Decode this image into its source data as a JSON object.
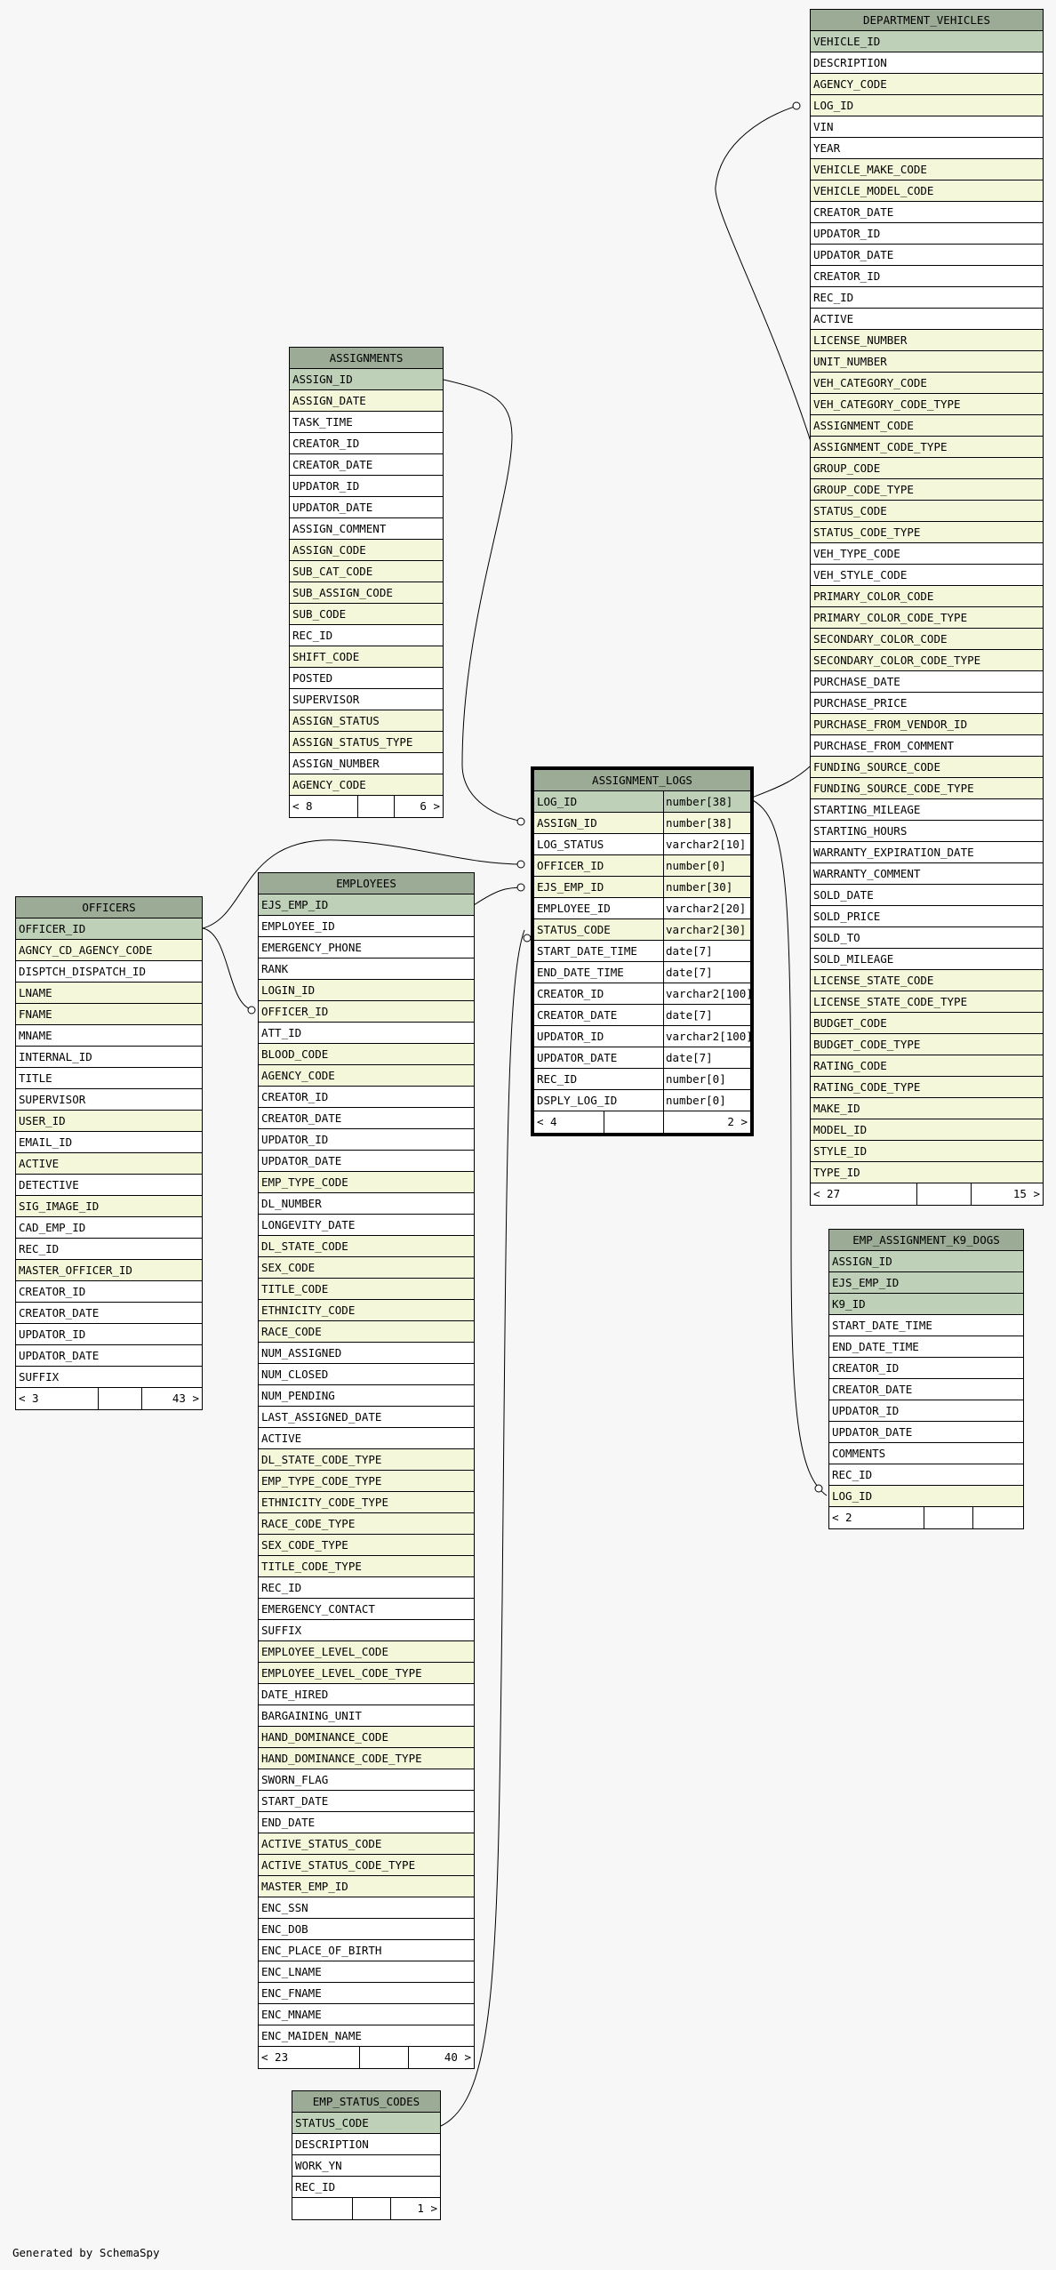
{
  "footer_text": "Generated by SchemaSpy",
  "colors": {
    "background": "#f7f7f7",
    "header": "#9bab96",
    "primary_key": "#bed1b8",
    "foreign_key": "#f4f7da",
    "plain": "#ffffff"
  },
  "tables": {
    "department_vehicles": {
      "name": "DEPARTMENT_VEHICLES",
      "columns": [
        {
          "name": "VEHICLE_ID",
          "kind": "pk"
        },
        {
          "name": "DESCRIPTION",
          "kind": "plain"
        },
        {
          "name": "AGENCY_CODE",
          "kind": "fk"
        },
        {
          "name": "LOG_ID",
          "kind": "fk"
        },
        {
          "name": "VIN",
          "kind": "plain"
        },
        {
          "name": "YEAR",
          "kind": "plain"
        },
        {
          "name": "VEHICLE_MAKE_CODE",
          "kind": "fk"
        },
        {
          "name": "VEHICLE_MODEL_CODE",
          "kind": "fk"
        },
        {
          "name": "CREATOR_DATE",
          "kind": "plain"
        },
        {
          "name": "UPDATOR_ID",
          "kind": "plain"
        },
        {
          "name": "UPDATOR_DATE",
          "kind": "plain"
        },
        {
          "name": "CREATOR_ID",
          "kind": "plain"
        },
        {
          "name": "REC_ID",
          "kind": "plain"
        },
        {
          "name": "ACTIVE",
          "kind": "plain"
        },
        {
          "name": "LICENSE_NUMBER",
          "kind": "fk"
        },
        {
          "name": "UNIT_NUMBER",
          "kind": "fk"
        },
        {
          "name": "VEH_CATEGORY_CODE",
          "kind": "fk"
        },
        {
          "name": "VEH_CATEGORY_CODE_TYPE",
          "kind": "fk"
        },
        {
          "name": "ASSIGNMENT_CODE",
          "kind": "fk"
        },
        {
          "name": "ASSIGNMENT_CODE_TYPE",
          "kind": "fk"
        },
        {
          "name": "GROUP_CODE",
          "kind": "fk"
        },
        {
          "name": "GROUP_CODE_TYPE",
          "kind": "fk"
        },
        {
          "name": "STATUS_CODE",
          "kind": "fk"
        },
        {
          "name": "STATUS_CODE_TYPE",
          "kind": "fk"
        },
        {
          "name": "VEH_TYPE_CODE",
          "kind": "plain"
        },
        {
          "name": "VEH_STYLE_CODE",
          "kind": "plain"
        },
        {
          "name": "PRIMARY_COLOR_CODE",
          "kind": "fk"
        },
        {
          "name": "PRIMARY_COLOR_CODE_TYPE",
          "kind": "fk"
        },
        {
          "name": "SECONDARY_COLOR_CODE",
          "kind": "fk"
        },
        {
          "name": "SECONDARY_COLOR_CODE_TYPE",
          "kind": "fk"
        },
        {
          "name": "PURCHASE_DATE",
          "kind": "plain"
        },
        {
          "name": "PURCHASE_PRICE",
          "kind": "plain"
        },
        {
          "name": "PURCHASE_FROM_VENDOR_ID",
          "kind": "fk"
        },
        {
          "name": "PURCHASE_FROM_COMMENT",
          "kind": "plain"
        },
        {
          "name": "FUNDING_SOURCE_CODE",
          "kind": "fk"
        },
        {
          "name": "FUNDING_SOURCE_CODE_TYPE",
          "kind": "fk"
        },
        {
          "name": "STARTING_MILEAGE",
          "kind": "plain"
        },
        {
          "name": "STARTING_HOURS",
          "kind": "plain"
        },
        {
          "name": "WARRANTY_EXPIRATION_DATE",
          "kind": "plain"
        },
        {
          "name": "WARRANTY_COMMENT",
          "kind": "plain"
        },
        {
          "name": "SOLD_DATE",
          "kind": "plain"
        },
        {
          "name": "SOLD_PRICE",
          "kind": "plain"
        },
        {
          "name": "SOLD_TO",
          "kind": "plain"
        },
        {
          "name": "SOLD_MILEAGE",
          "kind": "plain"
        },
        {
          "name": "LICENSE_STATE_CODE",
          "kind": "fk"
        },
        {
          "name": "LICENSE_STATE_CODE_TYPE",
          "kind": "fk"
        },
        {
          "name": "BUDGET_CODE",
          "kind": "fk"
        },
        {
          "name": "BUDGET_CODE_TYPE",
          "kind": "fk"
        },
        {
          "name": "RATING_CODE",
          "kind": "fk"
        },
        {
          "name": "RATING_CODE_TYPE",
          "kind": "fk"
        },
        {
          "name": "MAKE_ID",
          "kind": "fk"
        },
        {
          "name": "MODEL_ID",
          "kind": "fk"
        },
        {
          "name": "STYLE_ID",
          "kind": "fk"
        },
        {
          "name": "TYPE_ID",
          "kind": "fk"
        }
      ],
      "footer": [
        "< 27",
        "",
        "15 >"
      ]
    },
    "assignments": {
      "name": "ASSIGNMENTS",
      "columns": [
        {
          "name": "ASSIGN_ID",
          "kind": "pk"
        },
        {
          "name": "ASSIGN_DATE",
          "kind": "fk"
        },
        {
          "name": "TASK_TIME",
          "kind": "plain"
        },
        {
          "name": "CREATOR_ID",
          "kind": "plain"
        },
        {
          "name": "CREATOR_DATE",
          "kind": "plain"
        },
        {
          "name": "UPDATOR_ID",
          "kind": "plain"
        },
        {
          "name": "UPDATOR_DATE",
          "kind": "plain"
        },
        {
          "name": "ASSIGN_COMMENT",
          "kind": "plain"
        },
        {
          "name": "ASSIGN_CODE",
          "kind": "fk"
        },
        {
          "name": "SUB_CAT_CODE",
          "kind": "fk"
        },
        {
          "name": "SUB_ASSIGN_CODE",
          "kind": "fk"
        },
        {
          "name": "SUB_CODE",
          "kind": "fk"
        },
        {
          "name": "REC_ID",
          "kind": "plain"
        },
        {
          "name": "SHIFT_CODE",
          "kind": "fk"
        },
        {
          "name": "POSTED",
          "kind": "plain"
        },
        {
          "name": "SUPERVISOR",
          "kind": "plain"
        },
        {
          "name": "ASSIGN_STATUS",
          "kind": "fk"
        },
        {
          "name": "ASSIGN_STATUS_TYPE",
          "kind": "fk"
        },
        {
          "name": "ASSIGN_NUMBER",
          "kind": "plain"
        },
        {
          "name": "AGENCY_CODE",
          "kind": "fk"
        }
      ],
      "footer": [
        "< 8",
        "",
        "6 >"
      ]
    },
    "assignment_logs": {
      "name": "ASSIGNMENT_LOGS",
      "columns": [
        {
          "name": "LOG_ID",
          "type": "number[38]",
          "kind": "pk"
        },
        {
          "name": "ASSIGN_ID",
          "type": "number[38]",
          "kind": "fk"
        },
        {
          "name": "LOG_STATUS",
          "type": "varchar2[10]",
          "kind": "plain"
        },
        {
          "name": "OFFICER_ID",
          "type": "number[0]",
          "kind": "fk"
        },
        {
          "name": "EJS_EMP_ID",
          "type": "number[30]",
          "kind": "fk"
        },
        {
          "name": "EMPLOYEE_ID",
          "type": "varchar2[20]",
          "kind": "plain"
        },
        {
          "name": "STATUS_CODE",
          "type": "varchar2[30]",
          "kind": "fk"
        },
        {
          "name": "START_DATE_TIME",
          "type": "date[7]",
          "kind": "plain"
        },
        {
          "name": "END_DATE_TIME",
          "type": "date[7]",
          "kind": "plain"
        },
        {
          "name": "CREATOR_ID",
          "type": "varchar2[100]",
          "kind": "plain"
        },
        {
          "name": "CREATOR_DATE",
          "type": "date[7]",
          "kind": "plain"
        },
        {
          "name": "UPDATOR_ID",
          "type": "varchar2[100]",
          "kind": "plain"
        },
        {
          "name": "UPDATOR_DATE",
          "type": "date[7]",
          "kind": "plain"
        },
        {
          "name": "REC_ID",
          "type": "number[0]",
          "kind": "plain"
        },
        {
          "name": "DSPLY_LOG_ID",
          "type": "number[0]",
          "kind": "plain"
        }
      ],
      "footer": [
        "< 4",
        "",
        "2 >"
      ]
    },
    "officers": {
      "name": "OFFICERS",
      "columns": [
        {
          "name": "OFFICER_ID",
          "kind": "pk"
        },
        {
          "name": "AGNCY_CD_AGENCY_CODE",
          "kind": "fk"
        },
        {
          "name": "DISPTCH_DISPATCH_ID",
          "kind": "plain"
        },
        {
          "name": "LNAME",
          "kind": "fk"
        },
        {
          "name": "FNAME",
          "kind": "fk"
        },
        {
          "name": "MNAME",
          "kind": "plain"
        },
        {
          "name": "INTERNAL_ID",
          "kind": "plain"
        },
        {
          "name": "TITLE",
          "kind": "plain"
        },
        {
          "name": "SUPERVISOR",
          "kind": "plain"
        },
        {
          "name": "USER_ID",
          "kind": "fk"
        },
        {
          "name": "EMAIL_ID",
          "kind": "plain"
        },
        {
          "name": "ACTIVE",
          "kind": "fk"
        },
        {
          "name": "DETECTIVE",
          "kind": "plain"
        },
        {
          "name": "SIG_IMAGE_ID",
          "kind": "fk"
        },
        {
          "name": "CAD_EMP_ID",
          "kind": "plain"
        },
        {
          "name": "REC_ID",
          "kind": "plain"
        },
        {
          "name": "MASTER_OFFICER_ID",
          "kind": "fk"
        },
        {
          "name": "CREATOR_ID",
          "kind": "plain"
        },
        {
          "name": "CREATOR_DATE",
          "kind": "plain"
        },
        {
          "name": "UPDATOR_ID",
          "kind": "plain"
        },
        {
          "name": "UPDATOR_DATE",
          "kind": "plain"
        },
        {
          "name": "SUFFIX",
          "kind": "plain"
        }
      ],
      "footer": [
        "< 3",
        "",
        "43 >"
      ]
    },
    "employees": {
      "name": "EMPLOYEES",
      "columns": [
        {
          "name": "EJS_EMP_ID",
          "kind": "pk"
        },
        {
          "name": "EMPLOYEE_ID",
          "kind": "plain"
        },
        {
          "name": "EMERGENCY_PHONE",
          "kind": "plain"
        },
        {
          "name": "RANK",
          "kind": "plain"
        },
        {
          "name": "LOGIN_ID",
          "kind": "fk"
        },
        {
          "name": "OFFICER_ID",
          "kind": "fk"
        },
        {
          "name": "ATT_ID",
          "kind": "plain"
        },
        {
          "name": "BLOOD_CODE",
          "kind": "fk"
        },
        {
          "name": "AGENCY_CODE",
          "kind": "fk"
        },
        {
          "name": "CREATOR_ID",
          "kind": "plain"
        },
        {
          "name": "CREATOR_DATE",
          "kind": "plain"
        },
        {
          "name": "UPDATOR_ID",
          "kind": "plain"
        },
        {
          "name": "UPDATOR_DATE",
          "kind": "plain"
        },
        {
          "name": "EMP_TYPE_CODE",
          "kind": "fk"
        },
        {
          "name": "DL_NUMBER",
          "kind": "plain"
        },
        {
          "name": "LONGEVITY_DATE",
          "kind": "plain"
        },
        {
          "name": "DL_STATE_CODE",
          "kind": "fk"
        },
        {
          "name": "SEX_CODE",
          "kind": "fk"
        },
        {
          "name": "TITLE_CODE",
          "kind": "fk"
        },
        {
          "name": "ETHNICITY_CODE",
          "kind": "fk"
        },
        {
          "name": "RACE_CODE",
          "kind": "fk"
        },
        {
          "name": "NUM_ASSIGNED",
          "kind": "plain"
        },
        {
          "name": "NUM_CLOSED",
          "kind": "plain"
        },
        {
          "name": "NUM_PENDING",
          "kind": "plain"
        },
        {
          "name": "LAST_ASSIGNED_DATE",
          "kind": "plain"
        },
        {
          "name": "ACTIVE",
          "kind": "plain"
        },
        {
          "name": "DL_STATE_CODE_TYPE",
          "kind": "fk"
        },
        {
          "name": "EMP_TYPE_CODE_TYPE",
          "kind": "fk"
        },
        {
          "name": "ETHNICITY_CODE_TYPE",
          "kind": "fk"
        },
        {
          "name": "RACE_CODE_TYPE",
          "kind": "fk"
        },
        {
          "name": "SEX_CODE_TYPE",
          "kind": "fk"
        },
        {
          "name": "TITLE_CODE_TYPE",
          "kind": "fk"
        },
        {
          "name": "REC_ID",
          "kind": "plain"
        },
        {
          "name": "EMERGENCY_CONTACT",
          "kind": "plain"
        },
        {
          "name": "SUFFIX",
          "kind": "plain"
        },
        {
          "name": "EMPLOYEE_LEVEL_CODE",
          "kind": "fk"
        },
        {
          "name": "EMPLOYEE_LEVEL_CODE_TYPE",
          "kind": "fk"
        },
        {
          "name": "DATE_HIRED",
          "kind": "plain"
        },
        {
          "name": "BARGAINING_UNIT",
          "kind": "plain"
        },
        {
          "name": "HAND_DOMINANCE_CODE",
          "kind": "fk"
        },
        {
          "name": "HAND_DOMINANCE_CODE_TYPE",
          "kind": "fk"
        },
        {
          "name": "SWORN_FLAG",
          "kind": "plain"
        },
        {
          "name": "START_DATE",
          "kind": "plain"
        },
        {
          "name": "END_DATE",
          "kind": "plain"
        },
        {
          "name": "ACTIVE_STATUS_CODE",
          "kind": "fk"
        },
        {
          "name": "ACTIVE_STATUS_CODE_TYPE",
          "kind": "fk"
        },
        {
          "name": "MASTER_EMP_ID",
          "kind": "fk"
        },
        {
          "name": "ENC_SSN",
          "kind": "plain"
        },
        {
          "name": "ENC_DOB",
          "kind": "plain"
        },
        {
          "name": "ENC_PLACE_OF_BIRTH",
          "kind": "plain"
        },
        {
          "name": "ENC_LNAME",
          "kind": "plain"
        },
        {
          "name": "ENC_FNAME",
          "kind": "plain"
        },
        {
          "name": "ENC_MNAME",
          "kind": "plain"
        },
        {
          "name": "ENC_MAIDEN_NAME",
          "kind": "plain"
        }
      ],
      "footer": [
        "< 23",
        "",
        "40 >"
      ]
    },
    "emp_assignment_k9_dogs": {
      "name": "EMP_ASSIGNMENT_K9_DOGS",
      "columns": [
        {
          "name": "ASSIGN_ID",
          "kind": "pk"
        },
        {
          "name": "EJS_EMP_ID",
          "kind": "pk"
        },
        {
          "name": "K9_ID",
          "kind": "pk"
        },
        {
          "name": "START_DATE_TIME",
          "kind": "plain"
        },
        {
          "name": "END_DATE_TIME",
          "kind": "plain"
        },
        {
          "name": "CREATOR_ID",
          "kind": "plain"
        },
        {
          "name": "CREATOR_DATE",
          "kind": "plain"
        },
        {
          "name": "UPDATOR_ID",
          "kind": "plain"
        },
        {
          "name": "UPDATOR_DATE",
          "kind": "plain"
        },
        {
          "name": "COMMENTS",
          "kind": "plain"
        },
        {
          "name": "REC_ID",
          "kind": "plain"
        },
        {
          "name": "LOG_ID",
          "kind": "fk"
        }
      ],
      "footer": [
        "< 2",
        "",
        ""
      ]
    },
    "emp_status_codes": {
      "name": "EMP_STATUS_CODES",
      "columns": [
        {
          "name": "STATUS_CODE",
          "kind": "pk"
        },
        {
          "name": "DESCRIPTION",
          "kind": "plain"
        },
        {
          "name": "WORK_YN",
          "kind": "plain"
        },
        {
          "name": "REC_ID",
          "kind": "plain"
        }
      ],
      "footer": [
        "",
        "",
        "1 >"
      ]
    }
  }
}
